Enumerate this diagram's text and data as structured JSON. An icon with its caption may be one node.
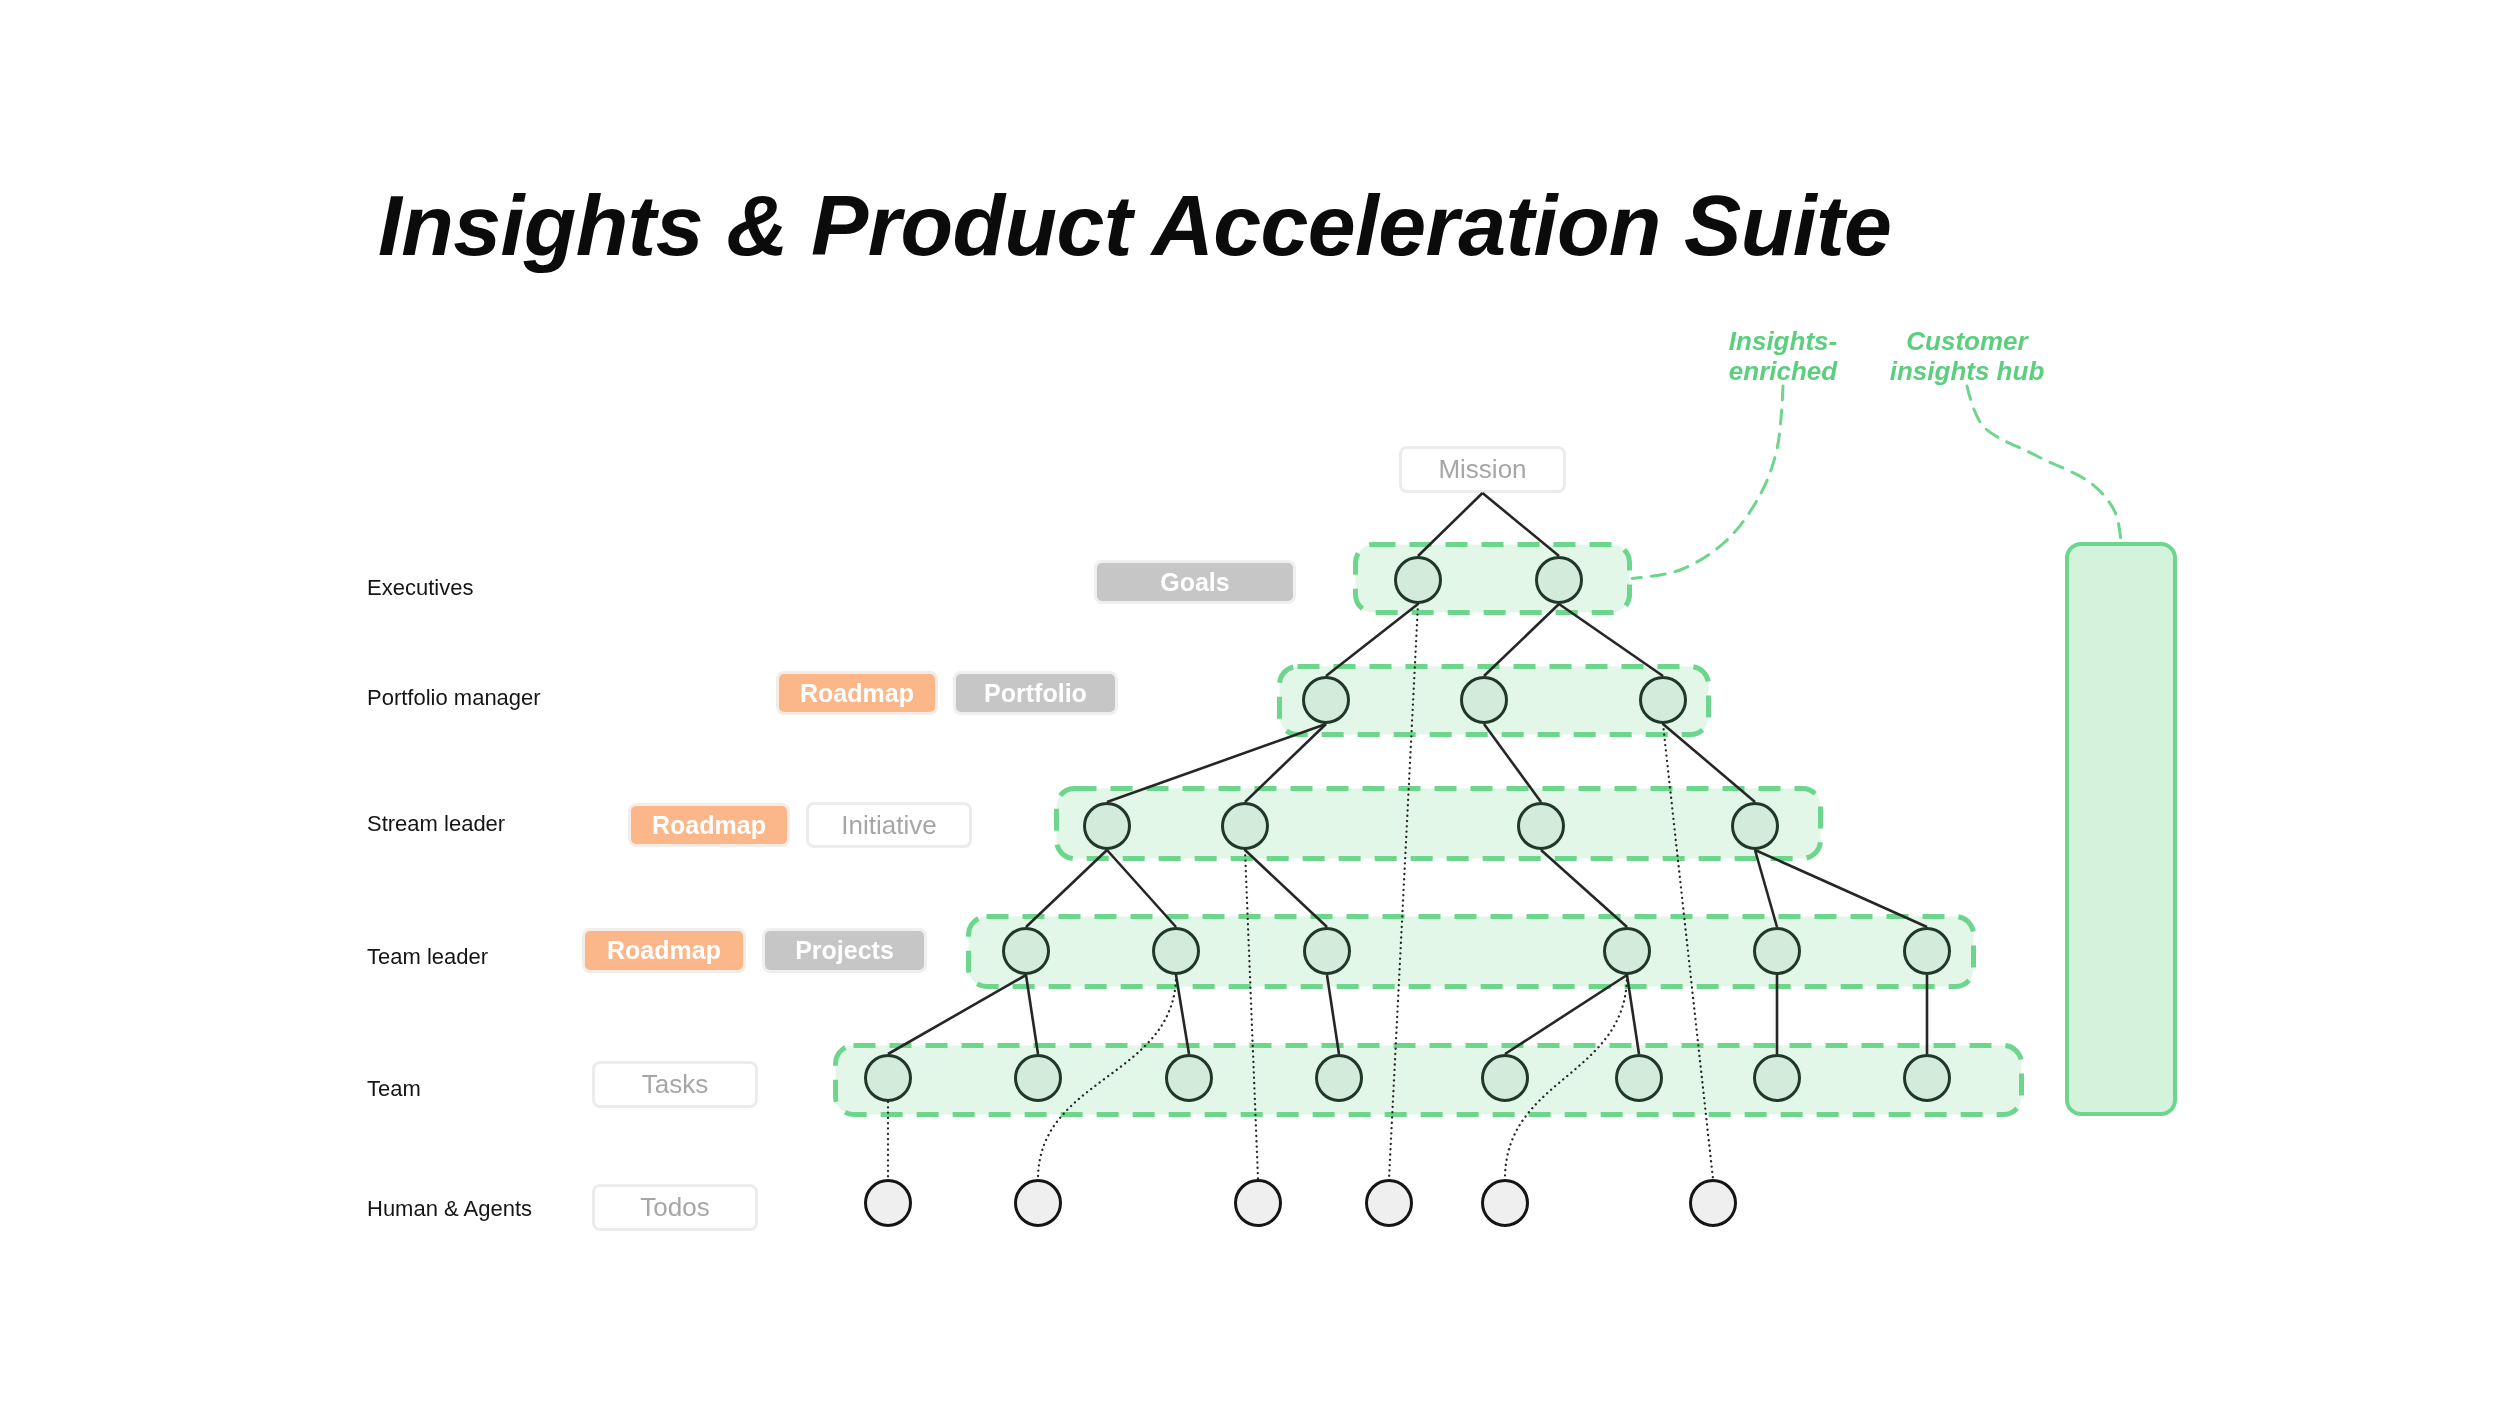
{
  "diagram": {
    "title": "Insights & Product Acceleration Suite",
    "nodes": [
      {
        "text": [
          "Insights-enriched"
        ]
      },
      {
        "text": [
          "Customer insights hub"
        ]
      },
      {
        "text": [
          "Mission"
        ]
      },
      {
        "text": [
          "Goals"
        ]
      },
      {
        "text": [],
        "shape": "band"
      },
      {
        "text": [],
        "shape": "circle",
        "in": 4
      },
      {
        "text": [],
        "shape": "circle",
        "in": 4
      },
      {
        "text": [],
        "shape": "bar"
      },
      {
        "text": [
          "Roadmap"
        ]
      },
      {
        "text": [
          "Portfolio"
        ]
      },
      {
        "text": [],
        "shape": "band"
      },
      {
        "text": [],
        "shape": "circle",
        "in": 10
      },
      {
        "text": [],
        "shape": "circle",
        "in": 10
      },
      {
        "text": [],
        "shape": "circle",
        "in": 10
      },
      {
        "text": [
          "Roadmap"
        ]
      },
      {
        "text": [
          "Initiative"
        ]
      },
      {
        "text": [],
        "shape": "band"
      },
      {
        "text": [],
        "shape": "circle",
        "in": 16
      },
      {
        "text": [],
        "shape": "circle",
        "in": 16
      },
      {
        "text": [],
        "shape": "circle",
        "in": 16
      },
      {
        "text": [],
        "shape": "circle",
        "in": 16
      },
      {
        "text": [
          "Roadmap"
        ]
      },
      {
        "text": [
          "Projects"
        ]
      },
      {
        "text": [],
        "shape": "band"
      },
      {
        "text": [],
        "shape": "circle",
        "in": 23
      },
      {
        "text": [],
        "shape": "circle",
        "in": 23
      },
      {
        "text": [],
        "shape": "circle",
        "in": 23
      },
      {
        "text": [],
        "shape": "circle",
        "in": 23
      },
      {
        "text": [],
        "shape": "circle",
        "in": 23
      },
      {
        "text": [],
        "shape": "circle",
        "in": 23
      },
      {
        "text": [
          "Tasks"
        ]
      },
      {
        "text": [],
        "shape": "band"
      },
      {
        "text": [],
        "shape": "circle",
        "in": 31
      },
      {
        "text": [],
        "shape": "circle",
        "in": 31
      },
      {
        "text": [],
        "shape": "circle",
        "in": 31
      },
      {
        "text": [],
        "shape": "circle",
        "in": 31
      },
      {
        "text": [],
        "shape": "circle",
        "in": 31
      },
      {
        "text": [],
        "shape": "circle",
        "in": 31
      },
      {
        "text": [],
        "shape": "circle",
        "in": 31
      },
      {
        "text": [],
        "shape": "circle",
        "in": 31
      },
      {
        "text": [
          "Todos"
        ]
      },
      {
        "text": [],
        "shape": "circle"
      },
      {
        "text": [],
        "shape": "circle"
      },
      {
        "text": [],
        "shape": "circle"
      },
      {
        "text": [],
        "shape": "circle"
      },
      {
        "text": [],
        "shape": "circle"
      },
      {
        "text": [],
        "shape": "circle"
      }
    ],
    "edges": [
      {
        "from": 2,
        "to": 5,
        "arrow": "none"
      },
      {
        "from": 2,
        "to": 6,
        "arrow": "none"
      },
      {
        "from": 5,
        "to": 11,
        "arrow": "none"
      },
      {
        "from": 6,
        "to": 12,
        "arrow": "none"
      },
      {
        "from": 6,
        "to": 13,
        "arrow": "none"
      },
      {
        "from": 11,
        "to": 17,
        "arrow": "none"
      },
      {
        "from": 11,
        "to": 18,
        "arrow": "none"
      },
      {
        "from": 12,
        "to": 19,
        "arrow": "none"
      },
      {
        "from": 13,
        "to": 20,
        "arrow": "none"
      },
      {
        "from": 17,
        "to": 24,
        "arrow": "none"
      },
      {
        "from": 17,
        "to": 25,
        "arrow": "none"
      },
      {
        "from": 18,
        "to": 26,
        "arrow": "none"
      },
      {
        "from": 19,
        "to": 27,
        "arrow": "none"
      },
      {
        "from": 20,
        "to": 28,
        "arrow": "none"
      },
      {
        "from": 20,
        "to": 29,
        "arrow": "none"
      },
      {
        "from": 24,
        "to": 32,
        "arrow": "none"
      },
      {
        "from": 24,
        "to": 33,
        "arrow": "none"
      },
      {
        "from": 25,
        "to": 34,
        "arrow": "none"
      },
      {
        "from": 26,
        "to": 35,
        "arrow": "none"
      },
      {
        "from": 27,
        "to": 36,
        "arrow": "none"
      },
      {
        "from": 27,
        "to": 37,
        "arrow": "none"
      },
      {
        "from": 28,
        "to": 38,
        "arrow": "none"
      },
      {
        "from": 29,
        "to": 39,
        "arrow": "none"
      },
      {
        "from": 5,
        "to": 44,
        "arrow": "none",
        "style": "dashed"
      },
      {
        "from": 13,
        "to": 46,
        "arrow": "none",
        "style": "dashed"
      },
      {
        "from": 18,
        "to": 43,
        "arrow": "none",
        "style": "dashed"
      },
      {
        "from": 25,
        "to": 42,
        "arrow": "none",
        "style": "dashed"
      },
      {
        "from": 27,
        "to": 45,
        "arrow": "none",
        "style": "dashed"
      },
      {
        "from": 32,
        "to": 41,
        "arrow": "none",
        "style": "dashed"
      },
      {
        "from": 0,
        "to": 4,
        "arrow": "none",
        "style": "dashed",
        "color": "#6dd68c"
      },
      {
        "from": 1,
        "to": 7,
        "arrow": "none",
        "style": "dashed",
        "color": "#6dd68c"
      }
    ],
    "labels": [
      "Executives",
      "Portfolio manager",
      "Stream leader",
      "Team leader",
      "Team",
      "Human & Agents"
    ]
  }
}
